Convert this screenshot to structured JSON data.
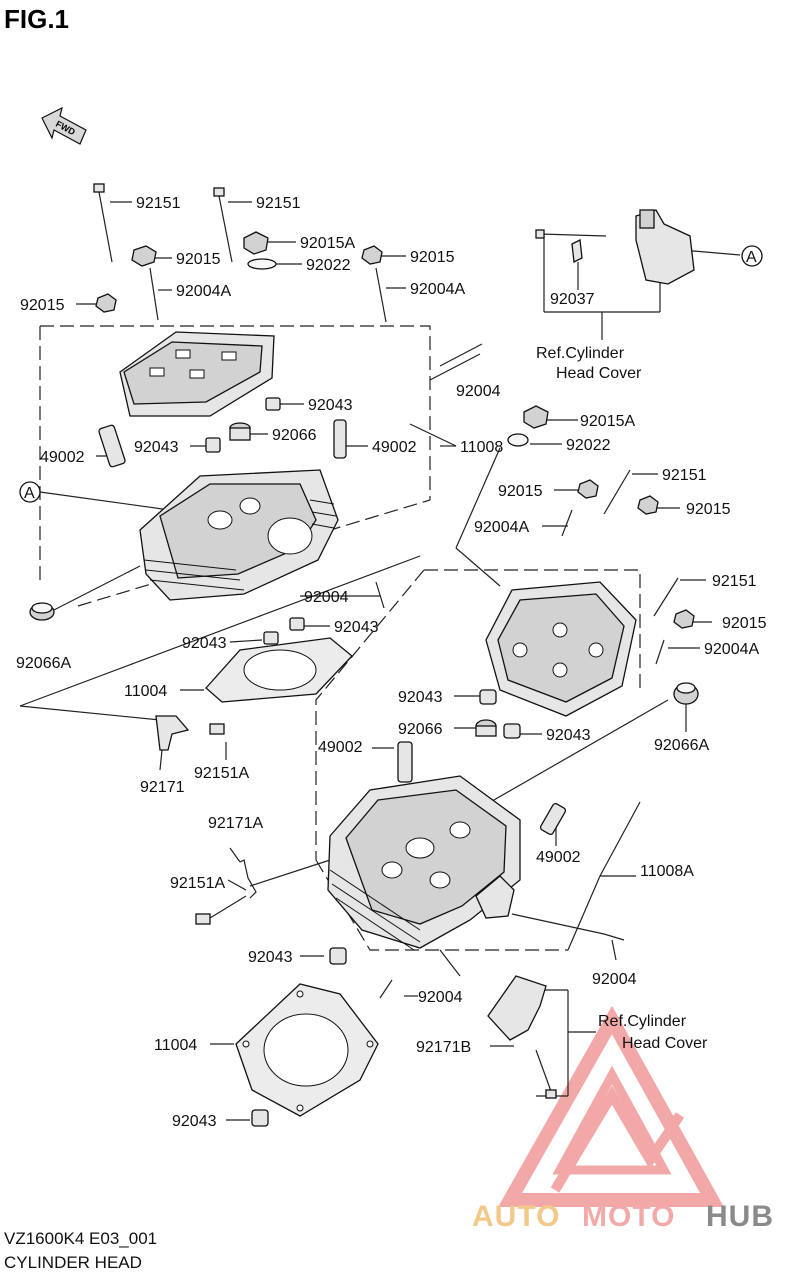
{
  "header": {
    "figure_label": "FIG.1"
  },
  "fwd_indicator": {
    "text": "FWD"
  },
  "callouts": {
    "A_top": "A",
    "A_left": "A"
  },
  "labels": {
    "l92151_1": "92151",
    "l92151_2": "92151",
    "l92015_1": "92015",
    "l92015A_1": "92015A",
    "l92015_2": "92015",
    "l92022_1": "92022",
    "l92004A_1": "92004A",
    "l92004A_2": "92004A",
    "l92015_3": "92015",
    "l92037": "92037",
    "l92004_1": "92004",
    "l92043_1": "92043",
    "l92066_1": "92066",
    "l92043_2": "92043",
    "l49002_1": "49002",
    "l49002_2": "49002",
    "l11008": "11008",
    "l92015A_2": "92015A",
    "l92022_2": "92022",
    "l92015_4": "92015",
    "l92151_3": "92151",
    "l92004A_3": "92004A",
    "l92015_5": "92015",
    "l92151_4": "92151",
    "l92004_2": "92004",
    "l92066A_1": "92066A",
    "l92043_3": "92043",
    "l92043_4": "92043",
    "l92015_6": "92015",
    "l92004A_4": "92004A",
    "l11004_1": "11004",
    "l92043_5": "92043",
    "l92066_2": "92066",
    "l92043_6": "92043",
    "l92066A_2": "92066A",
    "l49002_3": "49002",
    "l92171": "92171",
    "l92151A_1": "92151A",
    "l92171A": "92171A",
    "l49002_4": "49002",
    "l11008A": "11008A",
    "l92151A_2": "92151A",
    "l92043_7": "92043",
    "l92004_3": "92004",
    "l92004_4": "92004",
    "l11004_2": "11004",
    "l92171B": "92171B",
    "l92043_8": "92043"
  },
  "ref_notes": {
    "top_line1": "Ref.Cylinder",
    "top_line2": "Head Cover",
    "bottom_line1": "Ref.Cylinder",
    "bottom_line2": "Head Cover"
  },
  "footer": {
    "model_code": "VZ1600K4 E03_001",
    "section_title": "CYLINDER HEAD"
  },
  "watermark": {
    "brand_part1": "AUTO",
    "brand_part2": "MOTO",
    "brand_part3": "HUB",
    "color_part1": "#f3c98a",
    "color_part2": "#f4a9a9",
    "color_part3": "#8a8a8a",
    "logo_color": "#f08c8c"
  }
}
